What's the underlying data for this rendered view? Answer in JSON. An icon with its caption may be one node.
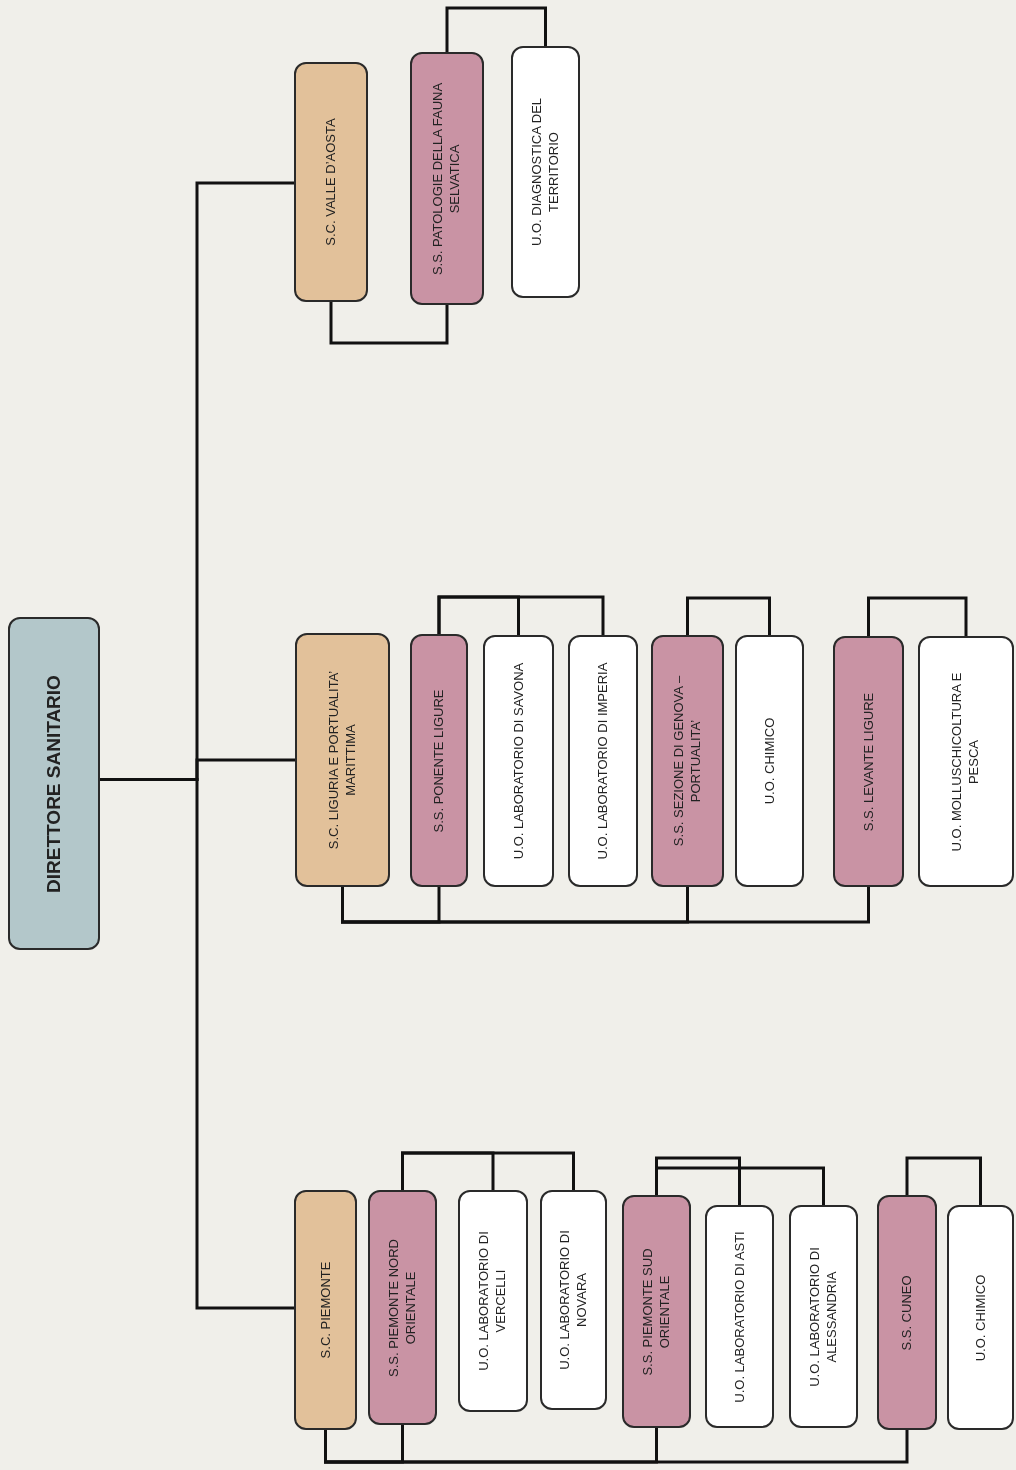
{
  "diagram": {
    "nodes": [
      {
        "text": [
          "DIRETTORE SANITARIO"
        ]
      },
      {
        "text": [
          "S.C. VALLE D’AOSTA"
        ]
      },
      {
        "text": [
          "S.S. PATOLOGIE DELLA FAUNA SELVATICA"
        ]
      },
      {
        "text": [
          "U.O. DIAGNOSTICA DEL TERRITORIO"
        ]
      },
      {
        "text": [
          "S.C. LIGURIA E PORTUALITA’ MARITTIMA"
        ]
      },
      {
        "text": [
          "S.S. PONENTE LIGURE"
        ]
      },
      {
        "text": [
          "U.O. LABORATORIO DI SAVONA"
        ]
      },
      {
        "text": [
          "U.O. LABORATORIO DI IMPERIA"
        ]
      },
      {
        "text": [
          "S.S. SEZIONE DI GENOVA –PORTUALITA’"
        ]
      },
      {
        "text": [
          "U.O. CHIMICO"
        ]
      },
      {
        "text": [
          "S.S. LEVANTE LIGURE"
        ]
      },
      {
        "text": [
          "U.O. MOLLUSCHICOLTURA E PESCA"
        ]
      },
      {
        "text": [
          "S.C. PIEMONTE"
        ]
      },
      {
        "text": [
          "S.S. PIEMONTE NORD ORIENTALE"
        ]
      },
      {
        "text": [
          "U.O. LABORATORIO DI VERCELLI"
        ]
      },
      {
        "text": [
          "U.O. LABORATORIO DI NOVARA"
        ]
      },
      {
        "text": [
          "S.S. PIEMONTE SUD ORIENTALE"
        ]
      },
      {
        "text": [
          "U.O. LABORATORIO DI ASTI"
        ]
      },
      {
        "text": [
          "U.O. LABORATORIO DI ALESSANDRIA"
        ]
      },
      {
        "text": [
          "S.S. CUNEO"
        ]
      },
      {
        "text": [
          "U.O. CHIMICO"
        ]
      }
    ],
    "edges": [
      {
        "from": 0,
        "to": 1,
        "arrow": "none"
      },
      {
        "from": 0,
        "to": 4,
        "arrow": "none"
      },
      {
        "from": 0,
        "to": 12,
        "arrow": "none"
      },
      {
        "from": 1,
        "to": 2,
        "arrow": "none"
      },
      {
        "from": 2,
        "to": 3,
        "arrow": "none"
      },
      {
        "from": 4,
        "to": 5,
        "arrow": "none"
      },
      {
        "from": 4,
        "to": 8,
        "arrow": "none"
      },
      {
        "from": 4,
        "to": 10,
        "arrow": "none"
      },
      {
        "from": 5,
        "to": 6,
        "arrow": "none"
      },
      {
        "from": 5,
        "to": 7,
        "arrow": "none"
      },
      {
        "from": 8,
        "to": 9,
        "arrow": "none"
      },
      {
        "from": 10,
        "to": 11,
        "arrow": "none"
      },
      {
        "from": 12,
        "to": 13,
        "arrow": "none"
      },
      {
        "from": 12,
        "to": 16,
        "arrow": "none"
      },
      {
        "from": 12,
        "to": 19,
        "arrow": "none"
      },
      {
        "from": 13,
        "to": 14,
        "arrow": "none"
      },
      {
        "from": 13,
        "to": 15,
        "arrow": "none"
      },
      {
        "from": 16,
        "to": 17,
        "arrow": "none"
      },
      {
        "from": 16,
        "to": 18,
        "arrow": "none"
      },
      {
        "from": 19,
        "to": 20,
        "arrow": "none"
      }
    ]
  }
}
